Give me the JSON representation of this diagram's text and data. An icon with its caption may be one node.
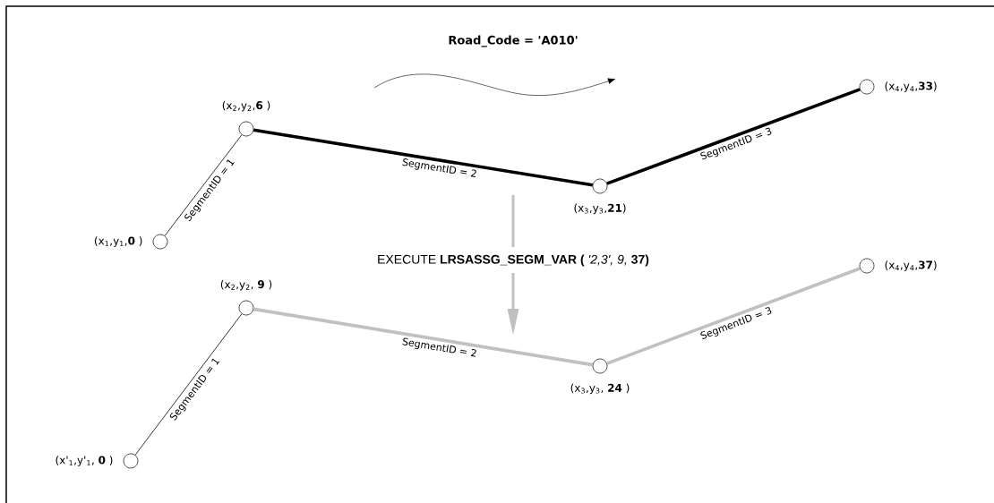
{
  "diagram": {
    "title": "Road_Code = 'A010'",
    "nodes": [
      {
        "text": [],
        "shape": "circle",
        "beside": [
          "(x$_{1}$,y$_{1}$,**0** )"
        ]
      },
      {
        "text": [],
        "shape": "circle",
        "beside": [
          "(x$_{2}$,y$_{2}$,**6** )"
        ]
      },
      {
        "text": [],
        "shape": "circle",
        "beside": [
          "(x$_{3}$,y$_{3}$,**21**)"
        ]
      },
      {
        "text": [],
        "shape": "circle",
        "beside": [
          "(x$_{4}$,y$_{4}$,**33**)"
        ]
      },
      {
        "text": [],
        "shape": "circle",
        "beside": [
          "(x'$_{1}$,y'$_{1}$, **0** )"
        ]
      },
      {
        "text": [],
        "shape": "circle",
        "beside": [
          "(x$_{2}$,y$_{2}$, **9** )"
        ]
      },
      {
        "text": [],
        "shape": "circle",
        "beside": [
          "(x$_{3}$,y$_{3}$, **24** )"
        ]
      },
      {
        "text": [],
        "shape": "circle",
        "beside": [
          "(x$_{4}$,y$_{4}$,**37**)"
        ]
      }
    ],
    "edges": [
      {
        "from": 0,
        "to": 1,
        "arrow": "none",
        "label": "SegmentID = 1"
      },
      {
        "from": 1,
        "to": 2,
        "arrow": "none",
        "label": "SegmentID = 2"
      },
      {
        "from": 2,
        "to": 3,
        "arrow": "none",
        "label": "SegmentID = 3"
      },
      {
        "from": 4,
        "to": 5,
        "arrow": "none",
        "label": "SegmentID = 1"
      },
      {
        "from": 5,
        "to": 6,
        "arrow": "none",
        "label": "SegmentID = 2",
        "color": "#c0c0c0"
      },
      {
        "from": 6,
        "to": 7,
        "arrow": "none",
        "label": "SegmentID = 3",
        "color": "#c0c0c0"
      }
    ],
    "labels": [
      "EXECUTE **LRSASSG_SEGM_VAR (** *'2,3', 9,* **37)**"
    ]
  }
}
